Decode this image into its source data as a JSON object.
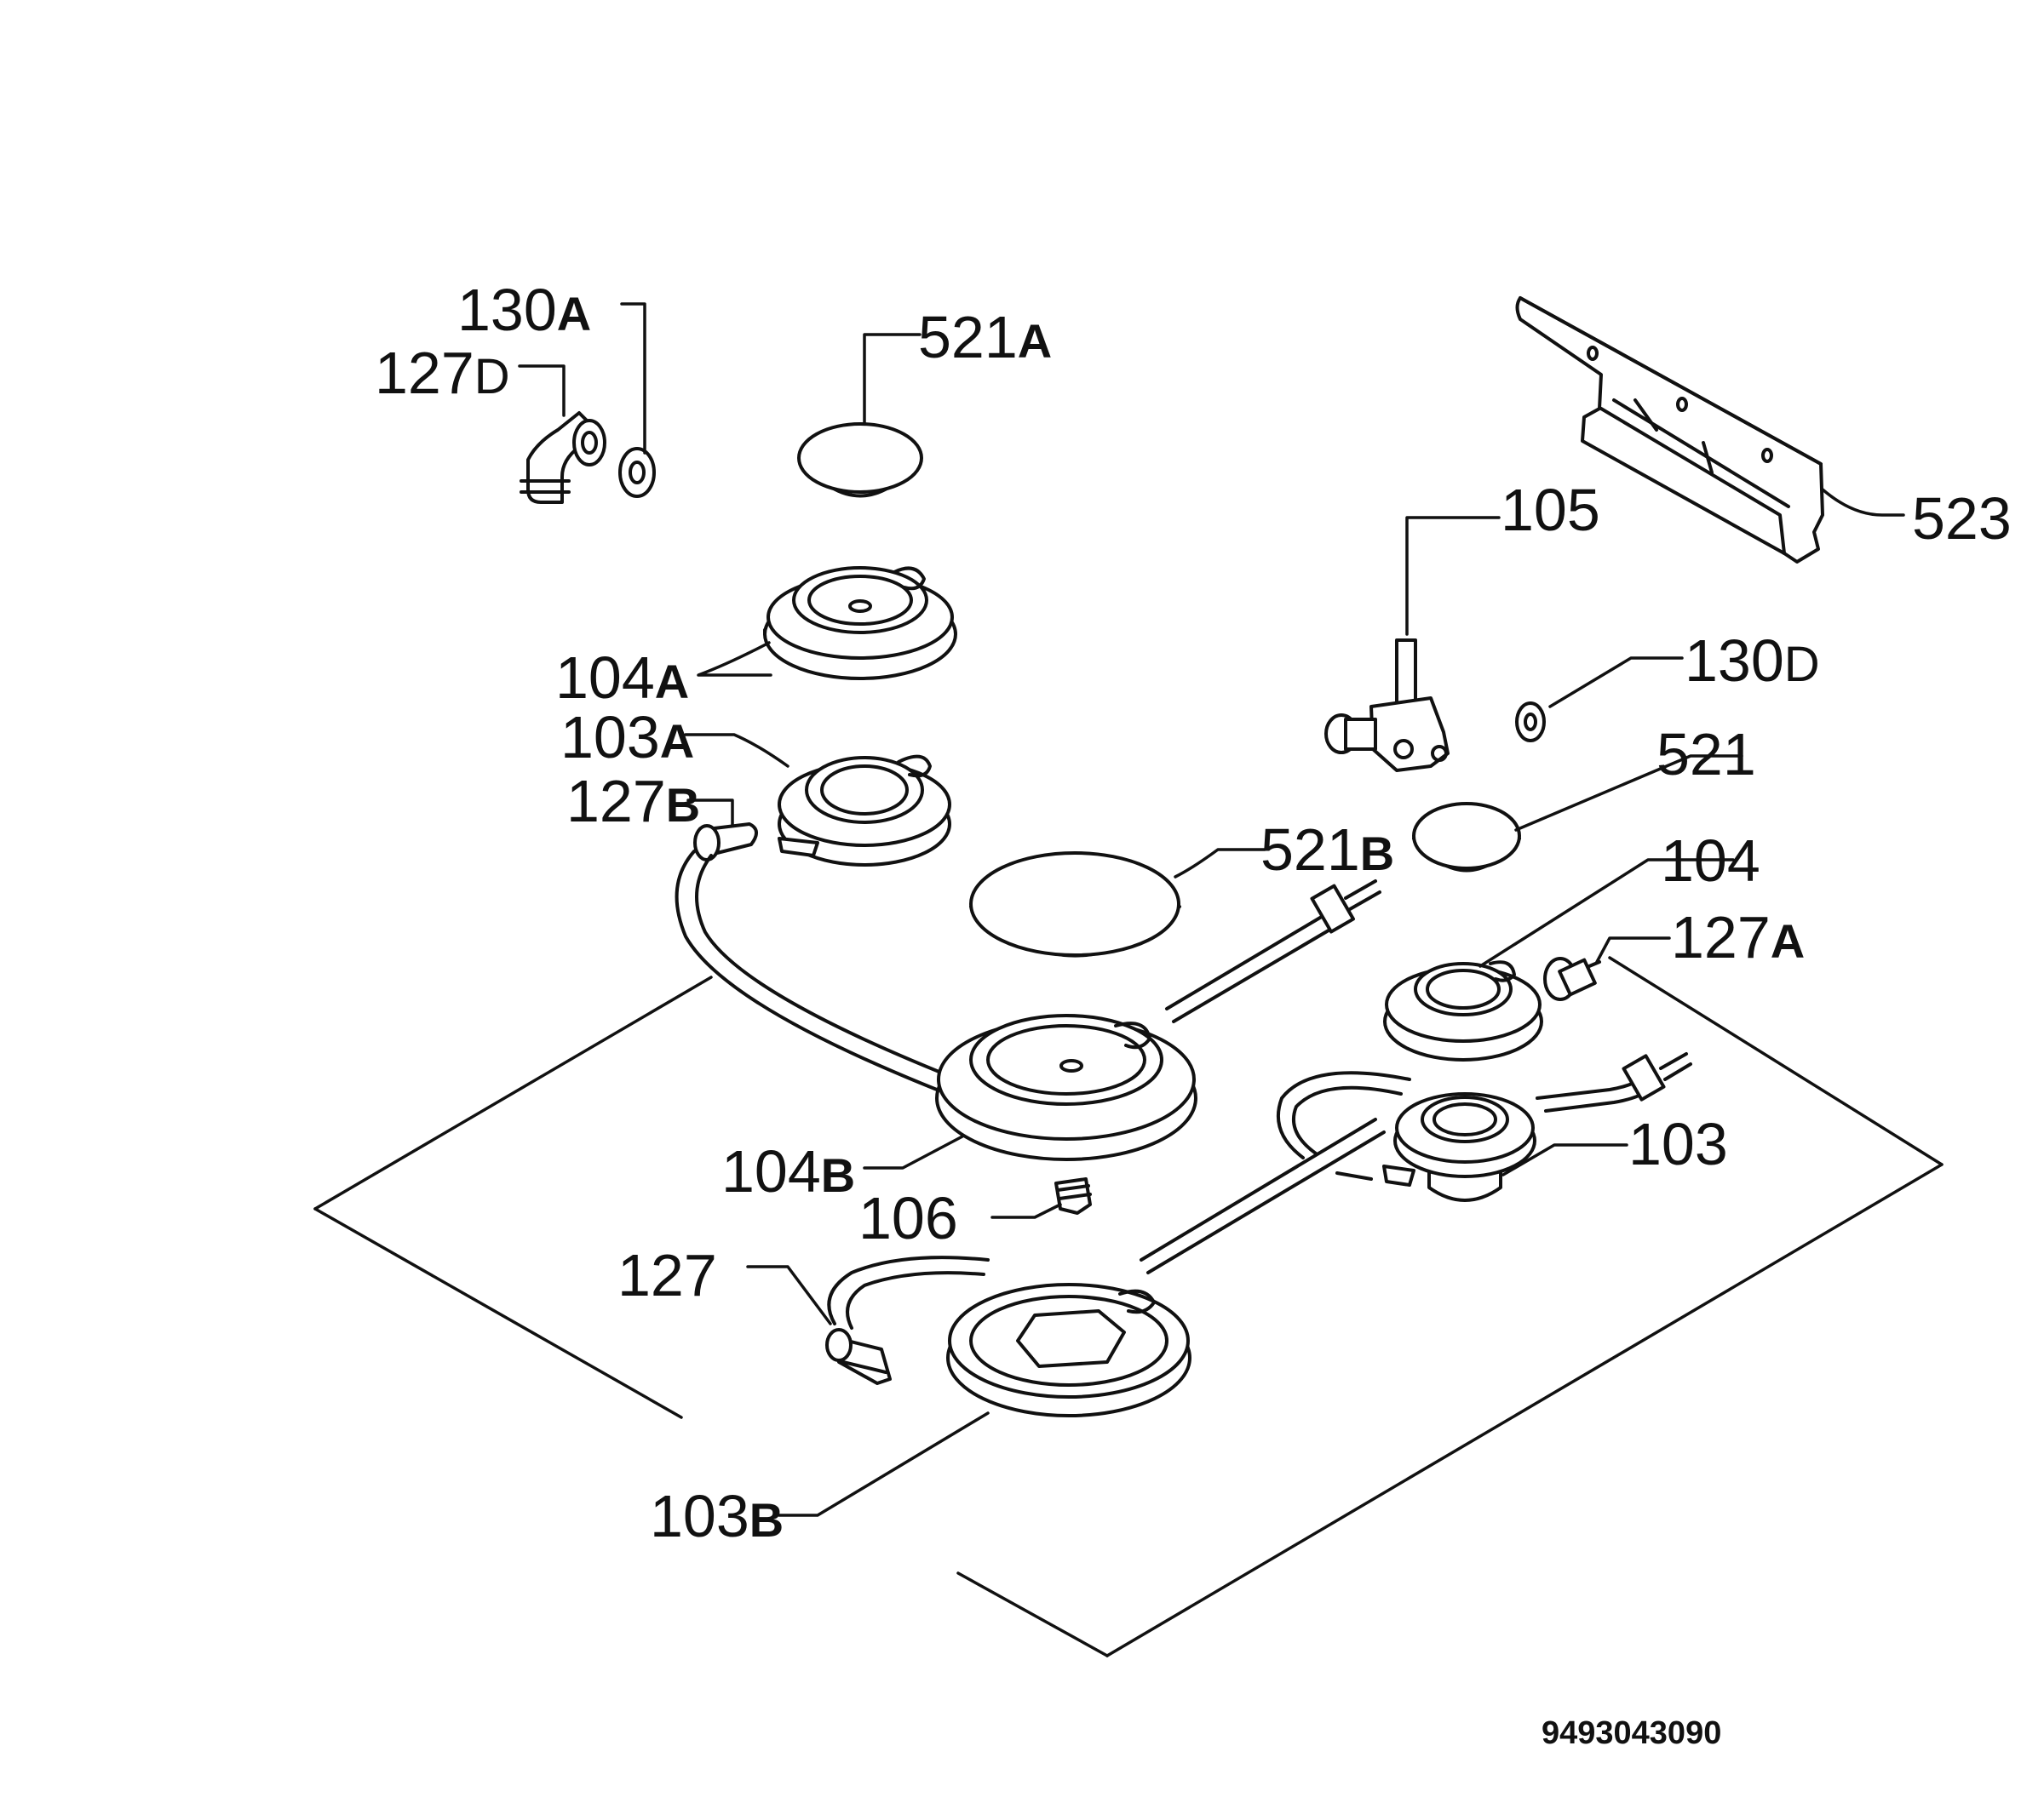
{
  "diagram": {
    "document_number": "9493043090",
    "callouts": {
      "p130A": {
        "num": "130",
        "suffix": "A"
      },
      "p127D": {
        "num": "127",
        "suffix": "D"
      },
      "p521A": {
        "num": "521",
        "suffix": "A"
      },
      "p523": {
        "num": "523",
        "suffix": ""
      },
      "p105": {
        "num": "105",
        "suffix": ""
      },
      "p130D": {
        "num": "130",
        "suffix": "D"
      },
      "p104A": {
        "num": "104",
        "suffix": "A"
      },
      "p103A": {
        "num": "103",
        "suffix": "A"
      },
      "p127B": {
        "num": "127",
        "suffix": "B"
      },
      "p521": {
        "num": "521",
        "suffix": ""
      },
      "p521B": {
        "num": "521",
        "suffix": "B"
      },
      "p104": {
        "num": "104",
        "suffix": ""
      },
      "p127A": {
        "num": "127",
        "suffix": "A"
      },
      "p103": {
        "num": "103",
        "suffix": ""
      },
      "p104B": {
        "num": "104",
        "suffix": "B"
      },
      "p106": {
        "num": "106",
        "suffix": ""
      },
      "p127": {
        "num": "127",
        "suffix": ""
      },
      "p103B": {
        "num": "103",
        "suffix": "B"
      }
    }
  }
}
